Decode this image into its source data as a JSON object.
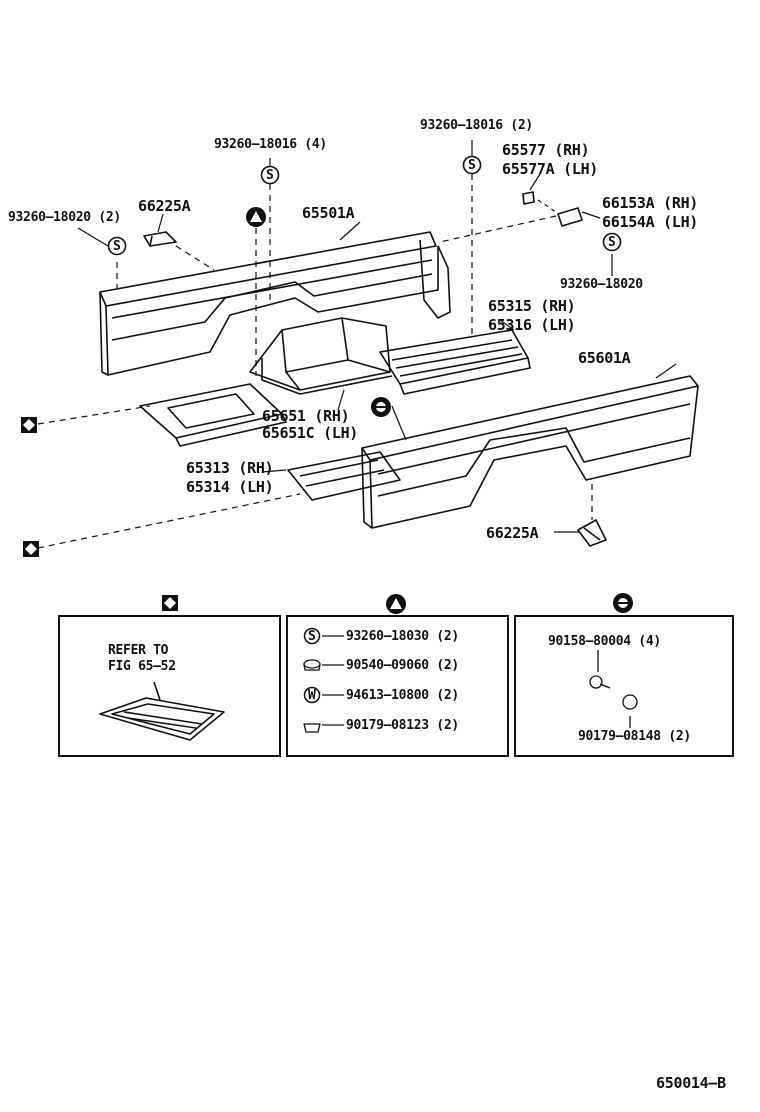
{
  "callouts": {
    "c_93260_18016_4": "93260–18016 (4)",
    "c_93260_18016_2": "93260–18016 (2)",
    "c_65577_rh": "65577  (RH)",
    "c_65577a_lh": "65577A (LH)",
    "c_93260_18020_2": "93260–18020 (2)",
    "c_66225a_top": "66225A",
    "c_65501a": "65501A",
    "c_66153a_rh": "66153A (RH)",
    "c_66154a_lh": "66154A (LH)",
    "c_93260_18020": "93260–18020",
    "c_65315_rh": "65315 (RH)",
    "c_65316_lh": "65316 (LH)",
    "c_65601a": "65601A",
    "c_65651_rh": "65651  (RH)",
    "c_65651c_lh": "65651C (LH)",
    "c_65313_rh": "65313 (RH)",
    "c_65314_lh": "65314 (LH)",
    "c_66225a_bottom": "66225A"
  },
  "symbol_letters": {
    "s": "S",
    "w": "W"
  },
  "panel_diamond": {
    "line1": "REFER TO",
    "line2": "FIG 65–52"
  },
  "panel_triangle": {
    "items": [
      "93260–18030 (2)",
      "90540–09060 (2)",
      "94613–10800 (2)",
      "90179–08123 (2)"
    ]
  },
  "panel_circle": {
    "item1": "90158–80004 (4)",
    "item2": "90179–08148 (2)"
  },
  "figure_code": "650014–B"
}
